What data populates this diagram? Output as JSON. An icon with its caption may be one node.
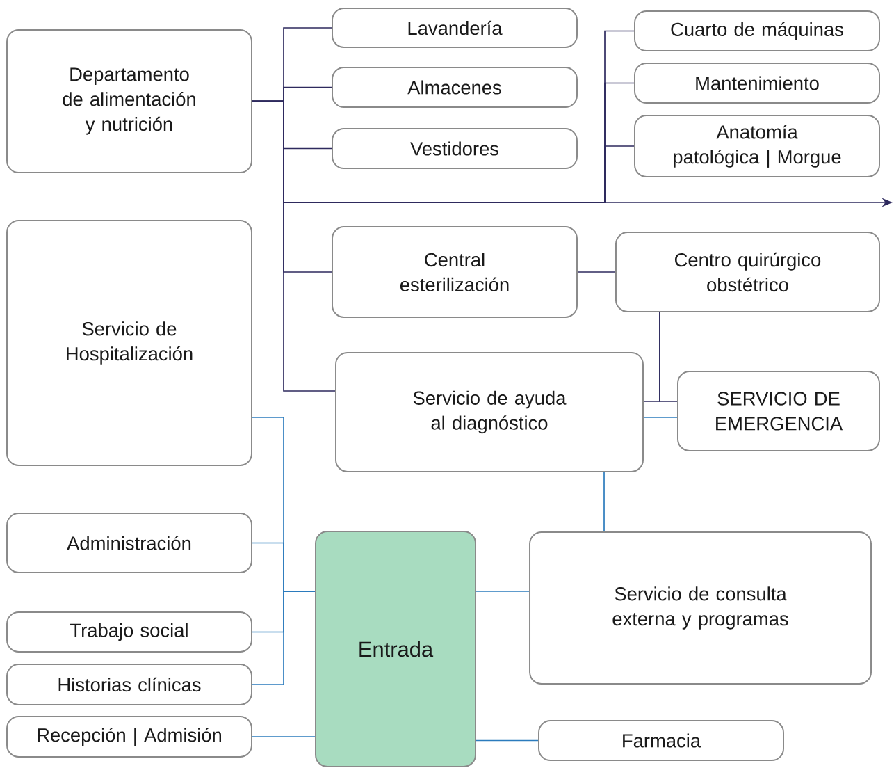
{
  "diagram": {
    "nodes": [
      {
        "text": [
          "Departamento de alimentación y nutrición"
        ]
      },
      {
        "text": [
          "Lavandería"
        ]
      },
      {
        "text": [
          "Cuarto de máquinas"
        ]
      },
      {
        "text": [
          "Almacenes"
        ]
      },
      {
        "text": [
          "Mantenimiento"
        ]
      },
      {
        "text": [
          "Vestidores"
        ]
      },
      {
        "text": [
          "Anatomía patológica | Morgue"
        ]
      },
      {
        "text": [
          "Servicio de Hospitalización"
        ]
      },
      {
        "text": [
          "Central esterilización"
        ]
      },
      {
        "text": [
          "Centro quirúrgico obstétrico"
        ]
      },
      {
        "text": [
          "Servicio de ayuda al diagnóstico"
        ]
      },
      {
        "text": [
          "SERVICIO DE EMERGENCIA"
        ]
      },
      {
        "text": [
          "Administración"
        ]
      },
      {
        "text": [
          "Entrada"
        ]
      },
      {
        "text": [
          "Servicio de consulta externa y programas"
        ]
      },
      {
        "text": [
          "Trabajo social"
        ]
      },
      {
        "text": [
          "Historias clínicas"
        ]
      },
      {
        "text": [
          "Recepción | Admisión"
        ]
      },
      {
        "text": [
          "Farmacia"
        ]
      }
    ],
    "edges": [
      {
        "from": 0,
        "to": 1,
        "arrow": "none",
        "color": "#2e2a5e"
      },
      {
        "from": 0,
        "to": 3,
        "arrow": "none",
        "color": "#2e2a5e"
      },
      {
        "from": 0,
        "to": 5,
        "arrow": "none",
        "color": "#2e2a5e"
      },
      {
        "from": 0,
        "to": 8,
        "arrow": "none",
        "color": "#2e2a5e"
      },
      {
        "from": 0,
        "to": 10,
        "arrow": "none",
        "color": "#2e2a5e"
      },
      {
        "from": 0,
        "to": null,
        "arrow": "to",
        "color": "#2e2a5e"
      },
      {
        "from": 0,
        "to": 2,
        "arrow": "none",
        "color": "#2e2a5e"
      },
      {
        "from": 0,
        "to": 4,
        "arrow": "none",
        "color": "#2e2a5e"
      },
      {
        "from": 0,
        "to": 6,
        "arrow": "none",
        "color": "#2e2a5e"
      },
      {
        "from": 8,
        "to": 9,
        "arrow": "none",
        "color": "#2e2a5e"
      },
      {
        "from": 9,
        "to": 11,
        "arrow": "none",
        "color": "#2e2a5e"
      },
      {
        "from": 9,
        "to": 10,
        "arrow": "none",
        "color": "#2e2a5e"
      },
      {
        "from": 10,
        "to": 11,
        "arrow": "none",
        "color": "#2b7bbd"
      },
      {
        "from": 10,
        "to": 14,
        "arrow": "none",
        "color": "#2b7bbd"
      },
      {
        "from": 13,
        "to": 7,
        "arrow": "none",
        "color": "#2b7bbd"
      },
      {
        "from": 13,
        "to": 12,
        "arrow": "none",
        "color": "#2b7bbd"
      },
      {
        "from": 13,
        "to": 15,
        "arrow": "none",
        "color": "#2b7bbd"
      },
      {
        "from": 13,
        "to": 16,
        "arrow": "none",
        "color": "#2b7bbd"
      },
      {
        "from": 13,
        "to": 17,
        "arrow": "none",
        "color": "#2b7bbd"
      },
      {
        "from": 13,
        "to": 14,
        "arrow": "none",
        "color": "#2b7bbd"
      },
      {
        "from": 13,
        "to": 18,
        "arrow": "none",
        "color": "#2b7bbd"
      }
    ]
  }
}
